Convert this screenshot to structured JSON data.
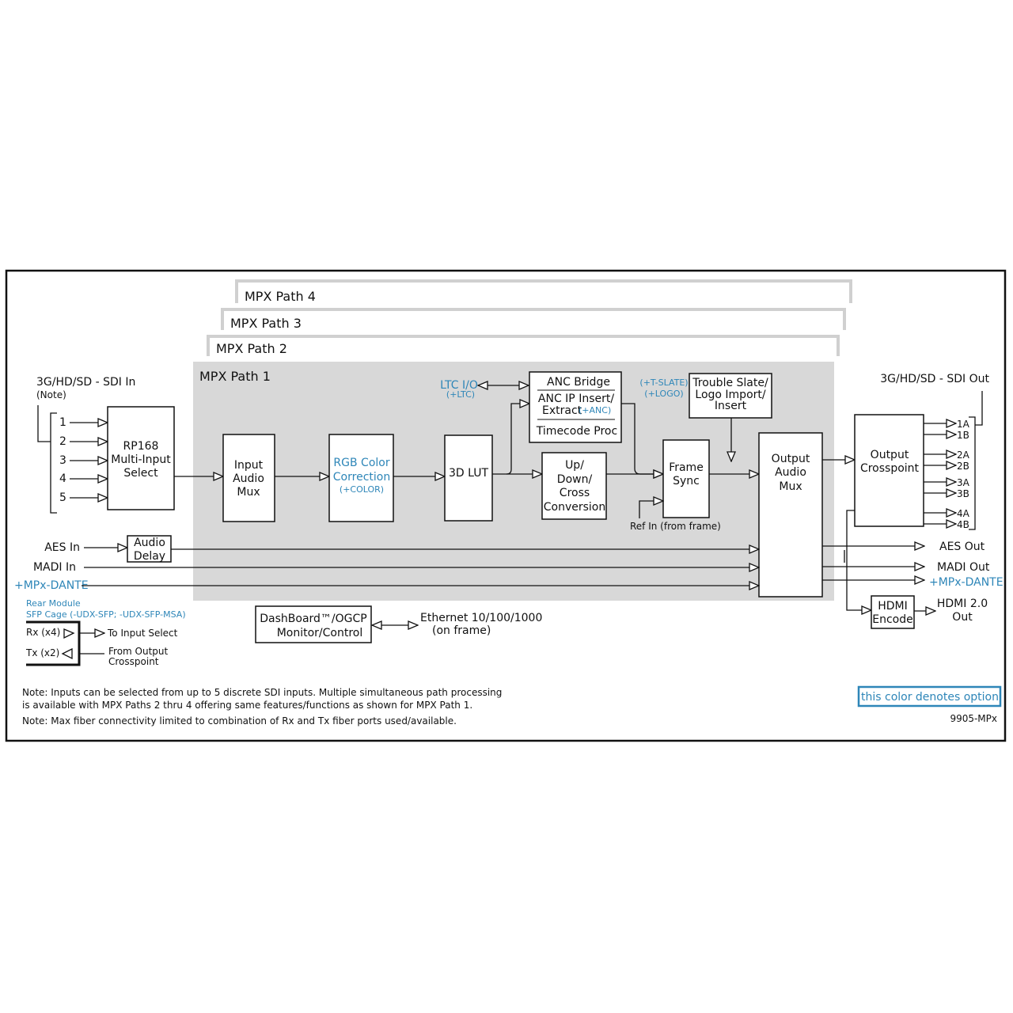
{
  "colors": {
    "option": "#2e86b8",
    "path_fill": "#d8d8d8",
    "path_frame": "#d0d0d0",
    "line": "#111111"
  },
  "paths": {
    "p4": "MPX Path 4",
    "p3": "MPX Path 3",
    "p2": "MPX Path 2",
    "p1": "MPX Path 1"
  },
  "sdi_in": {
    "title": "3G/HD/SD - SDI In",
    "note": "(Note)",
    "inputs": [
      "1",
      "2",
      "3",
      "4",
      "5"
    ]
  },
  "blocks": {
    "rp168": [
      "RP168",
      "Multi-Input",
      "Select"
    ],
    "input_audio_mux": [
      "Input",
      "Audio",
      "Mux"
    ],
    "rgb_color": [
      "RGB Color",
      "Correction"
    ],
    "rgb_color_opt": "(+COLOR)",
    "lut3d": "3D LUT",
    "anc_bridge": "ANC Bridge",
    "anc_ip": [
      "ANC IP Insert/",
      "Extract"
    ],
    "anc_ip_opt": "(+ANC)",
    "timecode": "Timecode Proc",
    "updown": [
      "Up/",
      "Down/",
      "Cross",
      "Conversion"
    ],
    "frame_sync": [
      "Frame",
      "Sync"
    ],
    "trouble_slate": [
      "Trouble Slate/",
      "Logo Import/",
      "Insert"
    ],
    "output_audio_mux": [
      "Output",
      "Audio",
      "Mux"
    ],
    "output_crosspoint": [
      "Output",
      "Crosspoint"
    ],
    "hdmi_encode": [
      "HDMI",
      "Encode"
    ],
    "audio_delay": [
      "Audio",
      "Delay"
    ],
    "dashboard": [
      "DashBoard™/OGCP",
      "Monitor/Control"
    ]
  },
  "ltc": {
    "label": "LTC I/O",
    "opt": "(+LTC)"
  },
  "slate_opts": [
    "(+T-SLATE)",
    "(+LOGO)"
  ],
  "ref_in": "Ref In  (from frame)",
  "aux_inputs": {
    "aes": "AES In",
    "madi": "MADI In",
    "dante": "+MPx-DANTE"
  },
  "aux_outputs": {
    "aes": "AES Out",
    "madi": "MADI Out",
    "dante": "+MPx-DANTE"
  },
  "sdi_out": {
    "title": "3G/HD/SD - SDI Out",
    "outputs": [
      "1A",
      "1B",
      "2A",
      "2B",
      "3A",
      "3B",
      "4A",
      "4B"
    ]
  },
  "hdmi_out": [
    "HDMI 2.0",
    "Out"
  ],
  "ethernet": [
    "Ethernet 10/100/1000",
    "(on frame)"
  ],
  "rear_module": {
    "title": "Rear Module",
    "subtitle": "SFP Cage (-UDX-SFP; -UDX-SFP-MSA)",
    "rx": "Rx (x4)",
    "tx": "Tx (x2)",
    "to_input": "To Input Select",
    "from_output": [
      "From Output",
      "Crosspoint"
    ]
  },
  "notes": [
    "Note:  Inputs can be selected from up to 5 discrete SDI inputs. Multiple simultaneous path processing",
    "is available with MPX Paths 2 thru 4 offering same features/functions as shown for MPX Path 1.",
    "Note:  Max fiber connectivity limited to combination of Rx and Tx fiber ports used/available."
  ],
  "legend": "this color denotes option",
  "model": "9905-MPx"
}
